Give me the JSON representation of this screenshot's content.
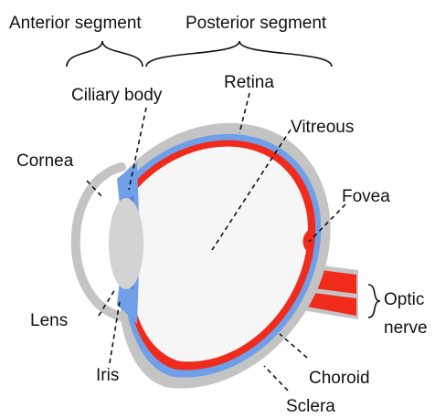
{
  "segments": {
    "anterior": "Anterior segment",
    "posterior": "Posterior segment"
  },
  "labels": {
    "ciliary_body": "Ciliary body",
    "retina": "Retina",
    "vitreous": "Vitreous",
    "cornea": "Cornea",
    "fovea": "Fovea",
    "optic": "Optic",
    "nerve": "nerve",
    "lens": "Lens",
    "iris": "Iris",
    "choroid": "Choroid",
    "sclera": "Sclera"
  },
  "colors": {
    "sclera": "#c4c4c4",
    "choroid": "#6f9fe8",
    "retina": "#f02b1b",
    "vitreous": "#f6f6f6",
    "lens": "#d3d3d3",
    "iris": "#6f9fe8"
  }
}
